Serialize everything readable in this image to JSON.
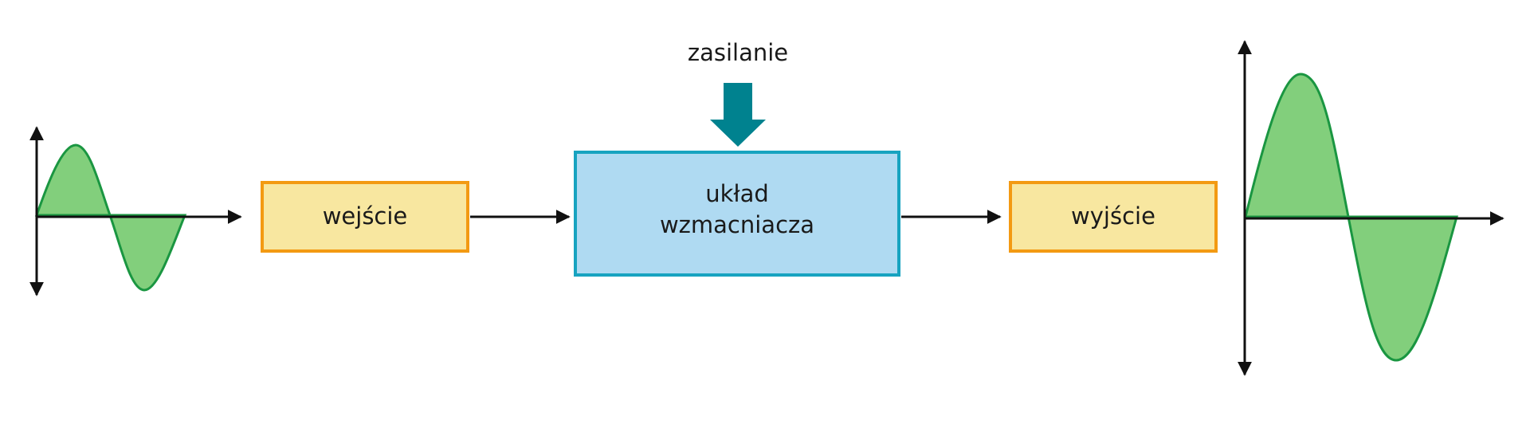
{
  "diagram": {
    "power_label": "zasilanie",
    "input_label": "wejście",
    "amplifier_label_line1": "układ",
    "amplifier_label_line2": "wzmacniacza",
    "output_label": "wyjście"
  },
  "colors": {
    "small_box_fill": "#f8e7a0",
    "small_box_border": "#f39a12",
    "amp_box_fill": "#afdaf2",
    "amp_box_border": "#17a3c0",
    "power_arrow": "#00828f",
    "wave_fill": "#82cf7c",
    "wave_stroke": "#1a9641",
    "axis": "#111111"
  }
}
